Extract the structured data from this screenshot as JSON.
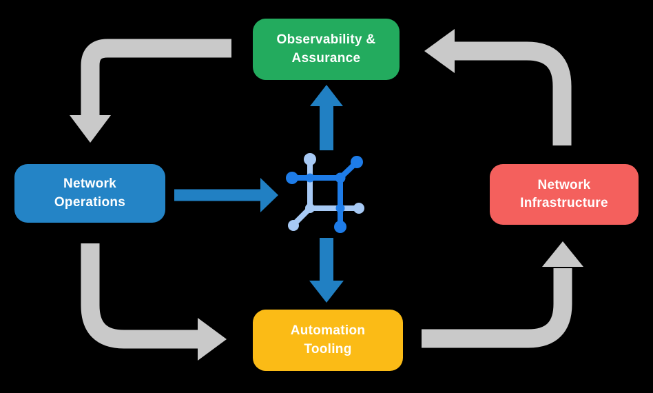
{
  "canvas": {
    "background": "#000000"
  },
  "nodes": {
    "observability": {
      "label": "Observability &\nAssurance",
      "color": "#23AB5E"
    },
    "network_operations": {
      "label": "Network\nOperations",
      "color": "#2484C6"
    },
    "network_infrastructure": {
      "label": "Network\nInfrastructure",
      "color": "#F4605D"
    },
    "automation_tooling": {
      "label": "Automation\nTooling",
      "color": "#FBBB16"
    }
  },
  "arrows": {
    "cycle_color": "#C9C9C9",
    "flow_color": "#2180C3",
    "cycle": [
      "observability-to-network-operations",
      "network-operations-to-automation-tooling",
      "automation-tooling-to-network-infrastructure",
      "network-infrastructure-to-observability"
    ],
    "flow": [
      "network-operations-to-center",
      "center-to-observability",
      "center-to-automation-tooling"
    ]
  },
  "icon": {
    "name": "network-automation-icon",
    "dark_color": "#1E7CE8",
    "light_color": "#A7C9F4"
  }
}
